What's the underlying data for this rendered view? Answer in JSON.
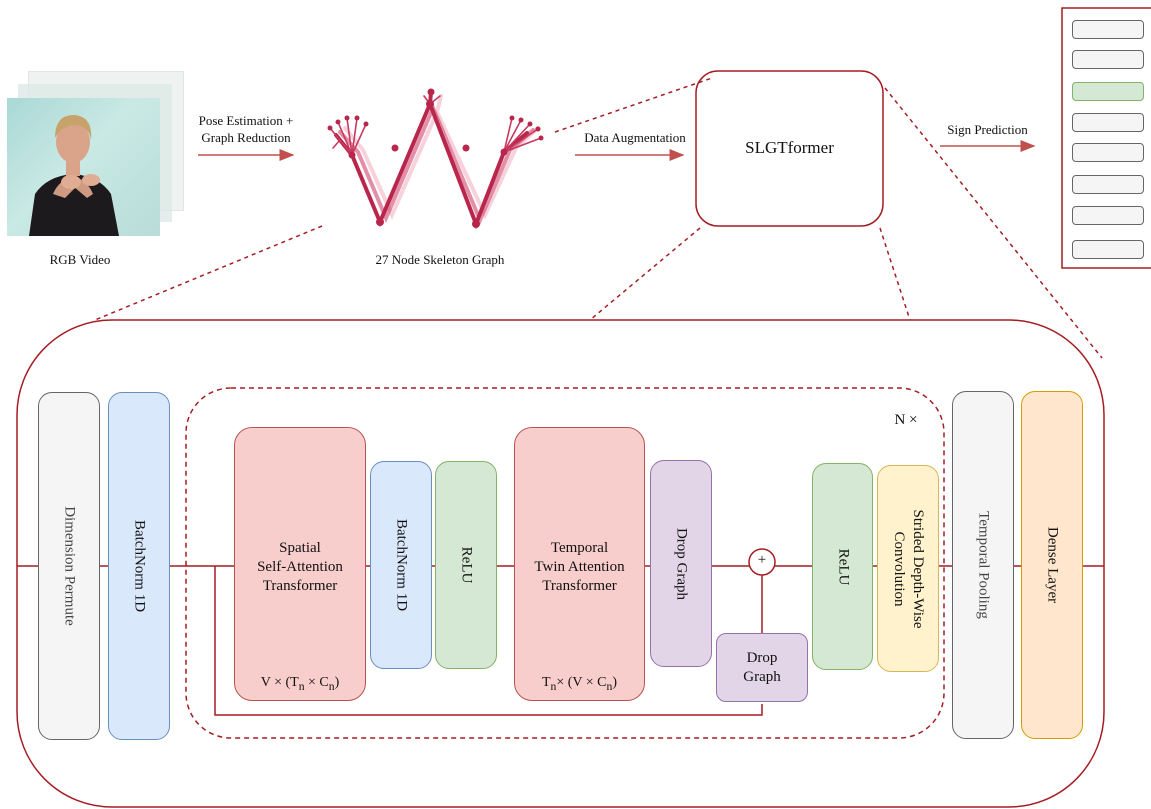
{
  "top": {
    "video_label": "RGB Video",
    "arrow1_label_line1": "Pose Estimation +",
    "arrow1_label_line2": "Graph Reduction",
    "skeleton_label": "27 Node Skeleton Graph",
    "arrow2_label": "Data Augmentation",
    "model_label": "SLGTformer",
    "arrow3_label": "Sign Prediction"
  },
  "output_classes": {
    "count": 8,
    "selected_index": 2
  },
  "blocks": {
    "dimension_permute": "Dimension Permute",
    "batchnorm_1": "BatchNorm 1D",
    "spatial_line1": "Spatial",
    "spatial_line2": "Self-Attention",
    "spatial_line3": "Transformer",
    "spatial_dim": "V × (T",
    "spatial_dim_sub1": "n",
    "spatial_dim_mid": " × C",
    "spatial_dim_sub2": "n",
    "spatial_dim_end": ")",
    "batchnorm_2": "BatchNorm 1D",
    "relu_1": "ReLU",
    "temporal_line1": "Temporal",
    "temporal_line2": "Twin Attention",
    "temporal_line3": "Transformer",
    "temporal_dim_a": "T",
    "temporal_dim_sub1": "n",
    "temporal_dim_mid": "× (V × C",
    "temporal_dim_sub2": "n",
    "temporal_dim_end": ")",
    "drop_graph_1": "Drop Graph",
    "drop_graph_2_line1": "Drop",
    "drop_graph_2_line2": "Graph",
    "add_symbol": "+",
    "relu_2": "ReLU",
    "strided_line1": "Strided Depth-Wise",
    "strided_line2": "Convolution",
    "repeat_label": "N ×",
    "temporal_pooling": "Temporal Pooling",
    "dense_layer": "Dense Layer"
  },
  "colors": {
    "accent_line": "#a51d24",
    "arrow": "#c0504d",
    "skeleton": "#b8274b"
  }
}
